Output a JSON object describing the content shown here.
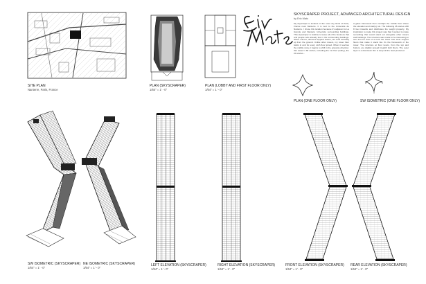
{
  "project": {
    "title": "SKYSCRAPER PROJECT, ADVANCED ARCHITECTURAL DESIGN",
    "author": "by Eric Mato",
    "paragraph_1": "My skyscraper is located on the outer city limits of Paris, France near Nanterre. It is next to the Université de Nanterre. I chose this location because it's adjacent to La Grande and Nanterre Université surrounding buildings. This skyscraper is sideline to leave all of the business that and people who already live in the surrounding buildings. Sheer mirrors, dull and crippled towers, are built vertically up from the ground. Unlike other towers, my tower then twists in and for every sixth floor joined. When it reaches the middle story, it begins to shift in the opposite direction; this tower is 60 stories, including the 1st floor (lobby), the 2A stories...",
    "paragraph_2": "A glass framework then overlaps the middle floor where the elevation and stair(s) run. The following 45 stories shift 8 feet inwards and distributes the weight properly. My inspiration to make this project was that I wanted to make something that would stand out alongside other towers and buildings. The structure was made to be interesting to see and for that of a both the tower has steel support floors that make it stand like it's the framework of the tower. The structure at floor levels, from the top and bottom, are slightly spread breadth both floors. The outer layer is a downtown film to keep all the heat produced."
  },
  "signature": "Eric Mato",
  "captions": {
    "site_plan": "SITE PLAN",
    "site_location": "Nanterre, Paris, France",
    "plan_skyscraper": "PLAN (SKYSCRAPER)",
    "plan_lobby": "PLAN (LOBBY AND FIRST FLOOR ONLY)",
    "plan_one_floor": "PLAN (ONE FLOOR ONLY)",
    "sw_iso_one_floor": "SW ISOMETRIC (ONE FLOOR ONLY)",
    "sw_isometric": "SW ISOMETRIC (SKYSCRAPER)",
    "ne_isometric": "NE ISOMETRIC (SKYSCRAPER)",
    "left_elevation": "LEFT ELEVATION (SKYSCRAPER)",
    "right_elevation": "RIGHT ELEVATION (SKYSCRAPER)",
    "front_elevation": "FRONT ELEVATION (SKYSCRAPER)",
    "rear_elevation": "REAR ELEVATION (SKYSCRAPER)",
    "scale": "1/64\" = 1' - 0\""
  },
  "colors": {
    "ink": "#1a1a1a",
    "paper": "#ffffff",
    "hatch": "#555555"
  }
}
